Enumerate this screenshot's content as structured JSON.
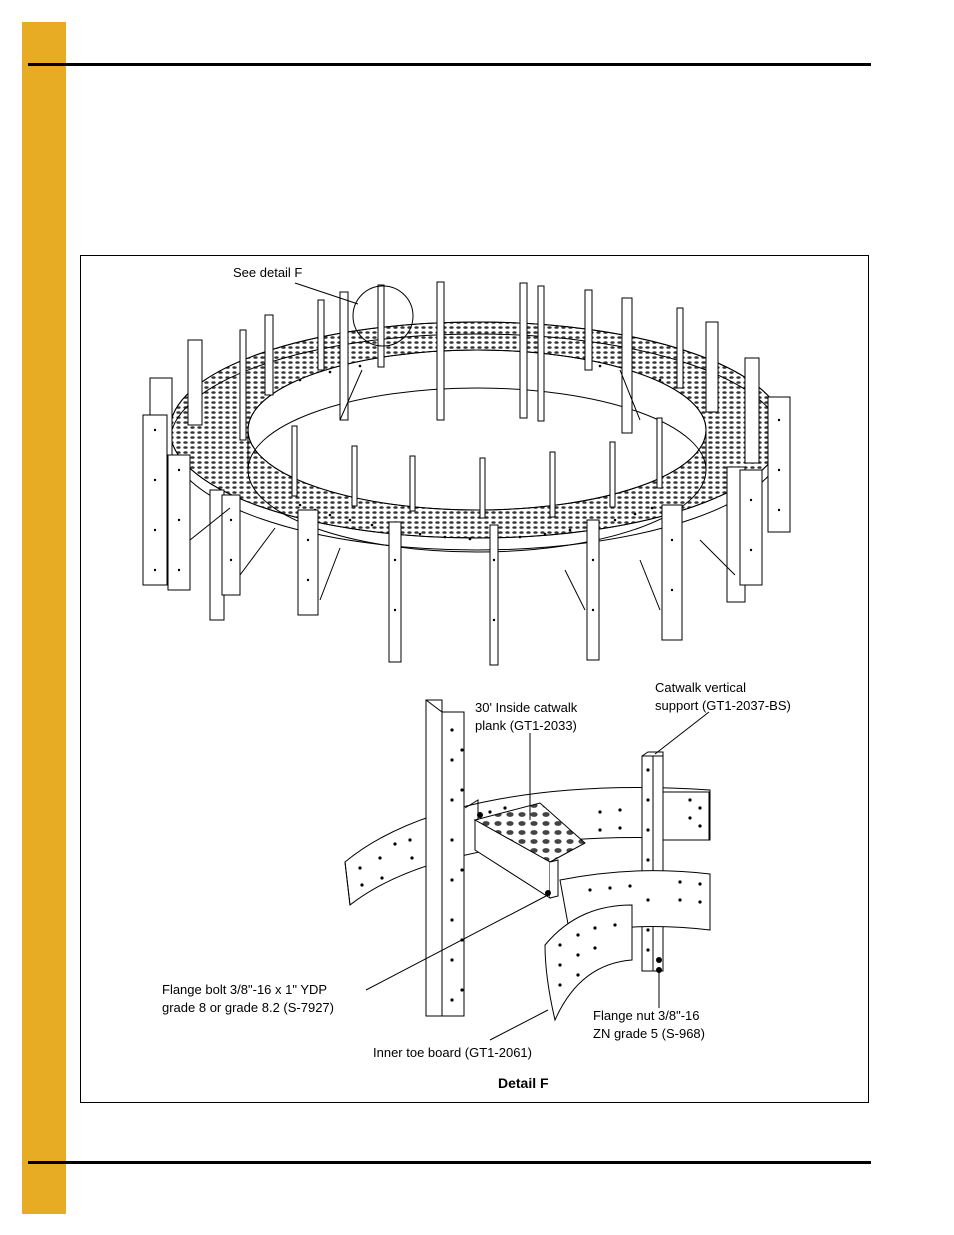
{
  "page": {
    "accent_color": "#E8AC24"
  },
  "figure": {
    "overview_callout": "See detail F",
    "detail_title": "Detail F",
    "callouts": [
      {
        "id": "plank",
        "lines": [
          "30' Inside catwalk",
          "plank (GT1-2033)"
        ]
      },
      {
        "id": "support",
        "lines": [
          "Catwalk vertical",
          "support (GT1-2037-BS)"
        ]
      },
      {
        "id": "bolt",
        "lines": [
          "Flange bolt 3/8\"-16 x 1\" YDP",
          "grade 8 or grade 8.2 (S-7927)"
        ]
      },
      {
        "id": "nut",
        "lines": [
          "Flange nut 3/8\"-16",
          "ZN grade 5 (S-968)"
        ]
      },
      {
        "id": "toeboard",
        "lines": [
          "Inner toe board (GT1-2061)"
        ]
      }
    ]
  }
}
